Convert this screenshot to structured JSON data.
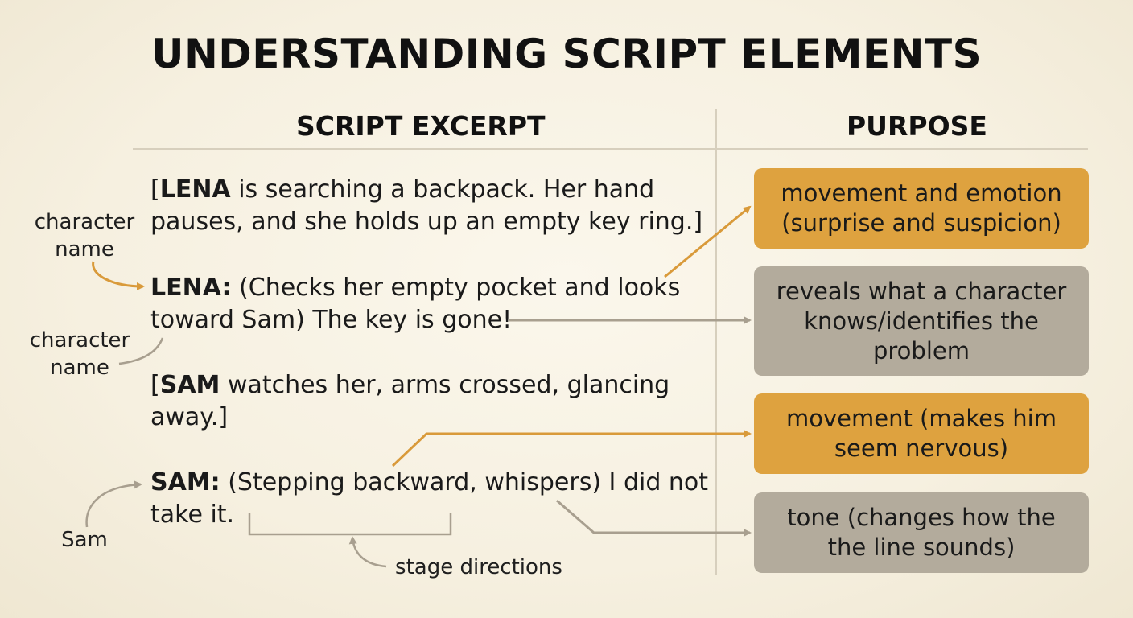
{
  "title": "UNDERSTANDING SCRIPT ELEMENTS",
  "columns": {
    "left": "SCRIPT EXCERPT",
    "right": "PURPOSE"
  },
  "script": {
    "line1": {
      "open": "[",
      "name": "LENA",
      "text": " is searching a backpack. Her hand",
      "line2": "pauses, and she holds up an empty key ring.]"
    },
    "line2": {
      "name": "LENA:",
      "text": " (Checks her empty pocket and looks",
      "line2": "toward Sam) The key is gone!"
    },
    "line3": {
      "open": "[",
      "name": "SAM",
      "text": " watches her, arms crossed, glancing",
      "line2": "away.]"
    },
    "line4": {
      "name": "SAM:",
      "text": " (Stepping backward, whispers) I did not",
      "line2": "take it."
    }
  },
  "notes": {
    "character_name_1_a": "character",
    "character_name_1_b": "name",
    "character_name_2_a": "character",
    "character_name_2_b": "name",
    "sam": "Sam",
    "stage_directions": "stage directions"
  },
  "purposes": [
    {
      "line1": "movement and emotion",
      "line2": "(surprise and suspicion)",
      "line3": "",
      "color": "#dea23f"
    },
    {
      "line1": "reveals what a character",
      "line2": "knows/identifies the",
      "line3": "problem",
      "color": "#b3ab9c"
    },
    {
      "line1": "movement (makes him",
      "line2": "seem nervous)",
      "line3": "",
      "color": "#dea23f"
    },
    {
      "line1": "tone (changes how the",
      "line2": "the line sounds)",
      "line3": "",
      "color": "#b3ab9c"
    }
  ],
  "colors": {
    "orange_arrow": "#d99a3a",
    "grey_arrow": "#a89f8f"
  }
}
